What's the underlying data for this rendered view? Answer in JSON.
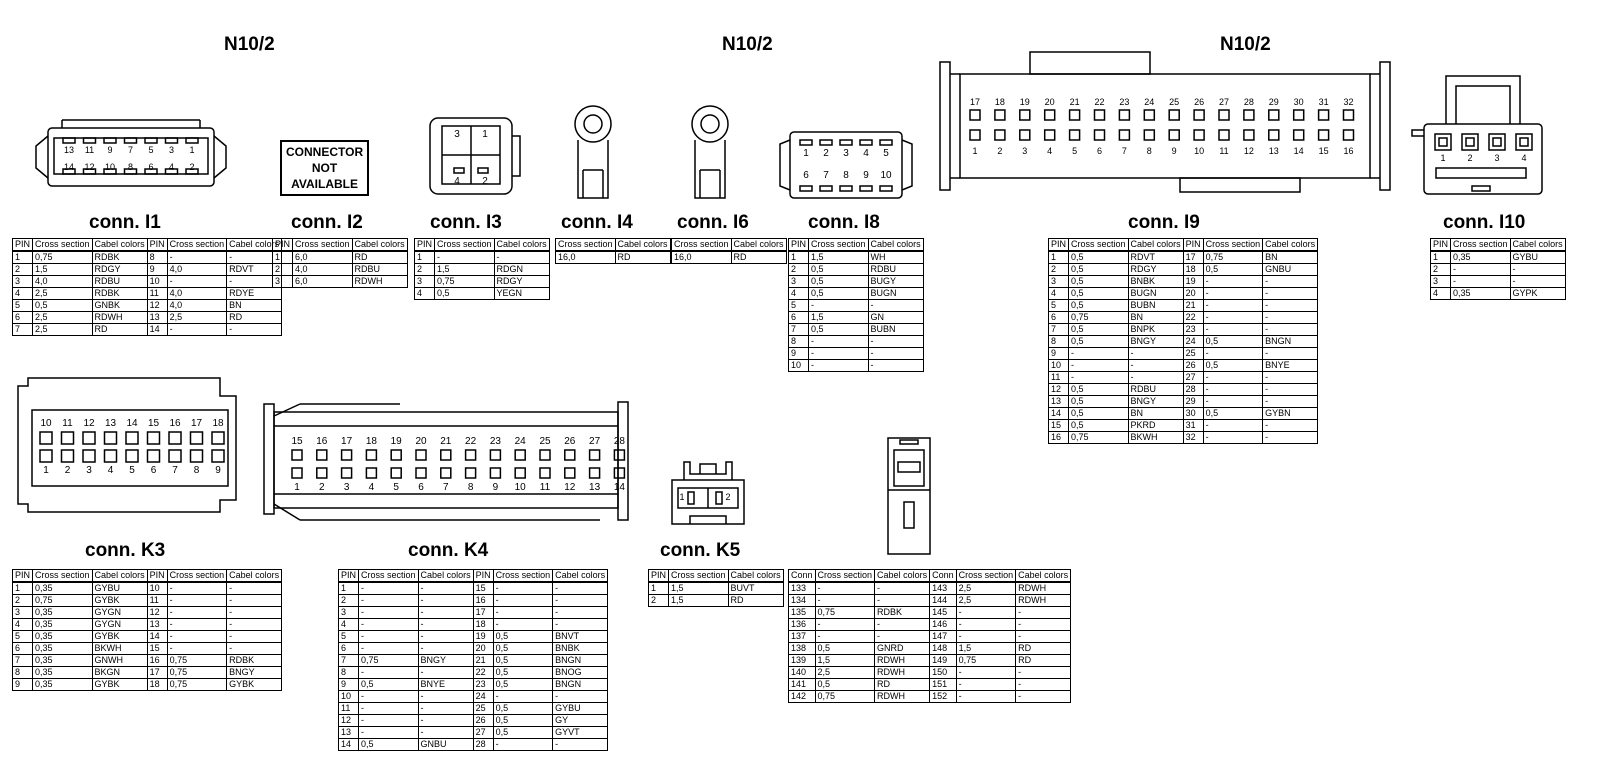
{
  "headers": [
    "N10/2",
    "N10/2",
    "N10/2"
  ],
  "connectors": {
    "I1": {
      "name": "conn. I1",
      "pins_top": [
        "13",
        "11",
        "9",
        "7",
        "5",
        "3",
        "1"
      ],
      "pins_bottom": [
        "14",
        "12",
        "10",
        "8",
        "6",
        "4",
        "2"
      ]
    },
    "I2": {
      "name": "conn. I2",
      "note": [
        "CONNECTOR",
        "NOT",
        "AVAILABLE"
      ]
    },
    "I3": {
      "name": "conn. I3",
      "pins": [
        "3",
        "1",
        "4",
        "2"
      ]
    },
    "I4": {
      "name": "conn. I4"
    },
    "I6": {
      "name": "conn. I6"
    },
    "I8": {
      "name": "conn. I8",
      "pins_top": [
        "1",
        "2",
        "3",
        "4",
        "5"
      ],
      "pins_bottom": [
        "6",
        "7",
        "8",
        "9",
        "10"
      ]
    },
    "I9": {
      "name": "conn. I9",
      "pins_top": [
        "17",
        "18",
        "19",
        "20",
        "21",
        "22",
        "23",
        "24",
        "25",
        "26",
        "27",
        "28",
        "29",
        "30",
        "31",
        "32"
      ],
      "pins_bottom": [
        "1",
        "2",
        "3",
        "4",
        "5",
        "6",
        "7",
        "8",
        "9",
        "10",
        "11",
        "12",
        "13",
        "14",
        "15",
        "16"
      ]
    },
    "I10": {
      "name": "conn. I10",
      "pins": [
        "1",
        "2",
        "3",
        "4"
      ]
    },
    "K3": {
      "name": "conn. K3",
      "pins_top": [
        "10",
        "11",
        "12",
        "13",
        "14",
        "15",
        "16",
        "17",
        "18"
      ],
      "pins_bottom": [
        "1",
        "2",
        "3",
        "4",
        "5",
        "6",
        "7",
        "8",
        "9"
      ]
    },
    "K4": {
      "name": "conn. K4",
      "pins_top": [
        "15",
        "16",
        "17",
        "18",
        "19",
        "20",
        "21",
        "22",
        "23",
        "24",
        "25",
        "26",
        "27",
        "28"
      ],
      "pins_bottom": [
        "1",
        "2",
        "3",
        "4",
        "5",
        "6",
        "7",
        "8",
        "9",
        "10",
        "11",
        "12",
        "13",
        "14"
      ]
    },
    "K5": {
      "name": "conn. K5",
      "pins": [
        "1",
        "2"
      ]
    }
  },
  "tables": {
    "I1": {
      "headers": [
        "PIN",
        "Cross section",
        "Cabel colors",
        "PIN",
        "Cross section",
        "Cabel colors"
      ],
      "rows": [
        [
          "1",
          "0,75",
          "RDBK",
          "8",
          "-",
          "-"
        ],
        [
          "2",
          "1,5",
          "RDGY",
          "9",
          "4,0",
          "RDVT"
        ],
        [
          "3",
          "4,0",
          "RDBU",
          "10",
          "-",
          "-"
        ],
        [
          "4",
          "2,5",
          "RDBK",
          "11",
          "4,0",
          "RDYE"
        ],
        [
          "5",
          "0,5",
          "GNBK",
          "12",
          "4,0",
          "BN"
        ],
        [
          "6",
          "2,5",
          "RDWH",
          "13",
          "2,5",
          "RD"
        ],
        [
          "7",
          "2,5",
          "RD",
          "14",
          "-",
          "-"
        ]
      ]
    },
    "I2": {
      "headers": [
        "PIN",
        "Cross section",
        "Cabel colors"
      ],
      "rows": [
        [
          "1",
          "6,0",
          "RD"
        ],
        [
          "2",
          "4,0",
          "RDBU"
        ],
        [
          "3",
          "6,0",
          "RDWH"
        ]
      ]
    },
    "I3": {
      "headers": [
        "PIN",
        "Cross section",
        "Cabel colors"
      ],
      "rows": [
        [
          "1",
          "-",
          "-"
        ],
        [
          "2",
          "1,5",
          "RDGN"
        ],
        [
          "3",
          "0,75",
          "RDGY"
        ],
        [
          "4",
          "0,5",
          "YEGN"
        ]
      ]
    },
    "I4": {
      "headers": [
        "Cross section",
        "Cabel colors"
      ],
      "rows": [
        [
          "16,0",
          "RD"
        ]
      ]
    },
    "I6": {
      "headers": [
        "Cross section",
        "Cabel colors"
      ],
      "rows": [
        [
          "16,0",
          "RD"
        ]
      ]
    },
    "I8": {
      "headers": [
        "PIN",
        "Cross section",
        "Cabel colors"
      ],
      "rows": [
        [
          "1",
          "1,5",
          "WH"
        ],
        [
          "2",
          "0,5",
          "RDBU"
        ],
        [
          "3",
          "0,5",
          "BUGY"
        ],
        [
          "4",
          "0,5",
          "BUGN"
        ],
        [
          "5",
          "-",
          "-"
        ],
        [
          "6",
          "1,5",
          "GN"
        ],
        [
          "7",
          "0,5",
          "BUBN"
        ],
        [
          "8",
          "-",
          "-"
        ],
        [
          "9",
          "-",
          "-"
        ],
        [
          "10",
          "-",
          "-"
        ]
      ]
    },
    "I9": {
      "headers": [
        "PIN",
        "Cross section",
        "Cabel colors",
        "PIN",
        "Cross section",
        "Cabel colors"
      ],
      "rows": [
        [
          "1",
          "0,5",
          "RDVT",
          "17",
          "0,75",
          "BN"
        ],
        [
          "2",
          "0,5",
          "RDGY",
          "18",
          "0,5",
          "GNBU"
        ],
        [
          "3",
          "0,5",
          "BNBK",
          "19",
          "-",
          "-"
        ],
        [
          "4",
          "0,5",
          "BUGN",
          "20",
          "-",
          "-"
        ],
        [
          "5",
          "0,5",
          "BUBN",
          "21",
          "-",
          "-"
        ],
        [
          "6",
          "0,75",
          "BN",
          "22",
          "-",
          "-"
        ],
        [
          "7",
          "0,5",
          "BNPK",
          "23",
          "-",
          "-"
        ],
        [
          "8",
          "0,5",
          "BNGY",
          "24",
          "0,5",
          "BNGN"
        ],
        [
          "9",
          "-",
          "-",
          "25",
          "-",
          "-"
        ],
        [
          "10",
          "-",
          "-",
          "26",
          "0,5",
          "BNYE"
        ],
        [
          "11",
          "-",
          "-",
          "27",
          "-",
          "-"
        ],
        [
          "12",
          "0,5",
          "RDBU",
          "28",
          "-",
          "-"
        ],
        [
          "13",
          "0,5",
          "BNGY",
          "29",
          "-",
          "-"
        ],
        [
          "14",
          "0,5",
          "BN",
          "30",
          "0,5",
          "GYBN"
        ],
        [
          "15",
          "0,5",
          "PKRD",
          "31",
          "-",
          "-"
        ],
        [
          "16",
          "0,75",
          "BKWH",
          "32",
          "-",
          "-"
        ]
      ]
    },
    "I10": {
      "headers": [
        "PIN",
        "Cross section",
        "Cabel colors"
      ],
      "rows": [
        [
          "1",
          "0,35",
          "GYBU"
        ],
        [
          "2",
          "-",
          "-"
        ],
        [
          "3",
          "-",
          "-"
        ],
        [
          "4",
          "0,35",
          "GYPK"
        ]
      ]
    },
    "K3": {
      "headers": [
        "PIN",
        "Cross section",
        "Cabel colors",
        "PIN",
        "Cross section",
        "Cabel colors"
      ],
      "rows": [
        [
          "1",
          "0,35",
          "GYBU",
          "10",
          "-",
          "-"
        ],
        [
          "2",
          "0,75",
          "GYBK",
          "11",
          "-",
          "-"
        ],
        [
          "3",
          "0,35",
          "GYGN",
          "12",
          "-",
          "-"
        ],
        [
          "4",
          "0,35",
          "GYGN",
          "13",
          "-",
          "-"
        ],
        [
          "5",
          "0,35",
          "GYBK",
          "14",
          "-",
          "-"
        ],
        [
          "6",
          "0,35",
          "BKWH",
          "15",
          "-",
          "-"
        ],
        [
          "7",
          "0,35",
          "GNWH",
          "16",
          "0,75",
          "RDBK"
        ],
        [
          "8",
          "0,35",
          "BKGN",
          "17",
          "0,75",
          "BNGY"
        ],
        [
          "9",
          "0,35",
          "GYBK",
          "18",
          "0,75",
          "GYBK"
        ]
      ]
    },
    "K4": {
      "headers": [
        "PIN",
        "Cross section",
        "Cabel colors",
        "PIN",
        "Cross section",
        "Cabel colors"
      ],
      "rows": [
        [
          "1",
          "-",
          "-",
          "15",
          "-",
          "-"
        ],
        [
          "2",
          "-",
          "-",
          "16",
          "-",
          "-"
        ],
        [
          "3",
          "-",
          "-",
          "17",
          "-",
          "-"
        ],
        [
          "4",
          "-",
          "-",
          "18",
          "-",
          "-"
        ],
        [
          "5",
          "-",
          "-",
          "19",
          "0,5",
          "BNVT"
        ],
        [
          "6",
          "-",
          "-",
          "20",
          "0,5",
          "BNBK"
        ],
        [
          "7",
          "0,75",
          "BNGY",
          "21",
          "0,5",
          "BNGN"
        ],
        [
          "8",
          "-",
          "-",
          "22",
          "0,5",
          "BNOG"
        ],
        [
          "9",
          "0,5",
          "BNYE",
          "23",
          "0,5",
          "BNGN"
        ],
        [
          "10",
          "-",
          "-",
          "24",
          "-",
          "-"
        ],
        [
          "11",
          "-",
          "-",
          "25",
          "0,5",
          "GYBU"
        ],
        [
          "12",
          "-",
          "-",
          "26",
          "0,5",
          "GY"
        ],
        [
          "13",
          "-",
          "-",
          "27",
          "0,5",
          "GYVT"
        ],
        [
          "14",
          "0,5",
          "GNBU",
          "28",
          "-",
          "-"
        ]
      ]
    },
    "K5": {
      "headers": [
        "PIN",
        "Cross section",
        "Cabel colors"
      ],
      "rows": [
        [
          "1",
          "1,5",
          "BUVT"
        ],
        [
          "2",
          "1,5",
          "RD"
        ]
      ]
    },
    "J": {
      "headers": [
        "Conn",
        "Cross section",
        "Cabel colors",
        "Conn",
        "Cross section",
        "Cabel colors"
      ],
      "rows": [
        [
          "133",
          "-",
          "-",
          "143",
          "2,5",
          "RDWH"
        ],
        [
          "134",
          "-",
          "-",
          "144",
          "2,5",
          "RDWH"
        ],
        [
          "135",
          "0,75",
          "RDBK",
          "145",
          "-",
          "-"
        ],
        [
          "136",
          "-",
          "-",
          "146",
          "-",
          "-"
        ],
        [
          "137",
          "-",
          "-",
          "147",
          "-",
          "-"
        ],
        [
          "138",
          "0,5",
          "GNRD",
          "148",
          "1,5",
          "RD"
        ],
        [
          "139",
          "1,5",
          "RDWH",
          "149",
          "0,75",
          "RD"
        ],
        [
          "140",
          "2,5",
          "RDWH",
          "150",
          "-",
          "-"
        ],
        [
          "141",
          "0,5",
          "RD",
          "151",
          "-",
          "-"
        ],
        [
          "142",
          "0,75",
          "RDWH",
          "152",
          "-",
          "-"
        ]
      ]
    }
  }
}
